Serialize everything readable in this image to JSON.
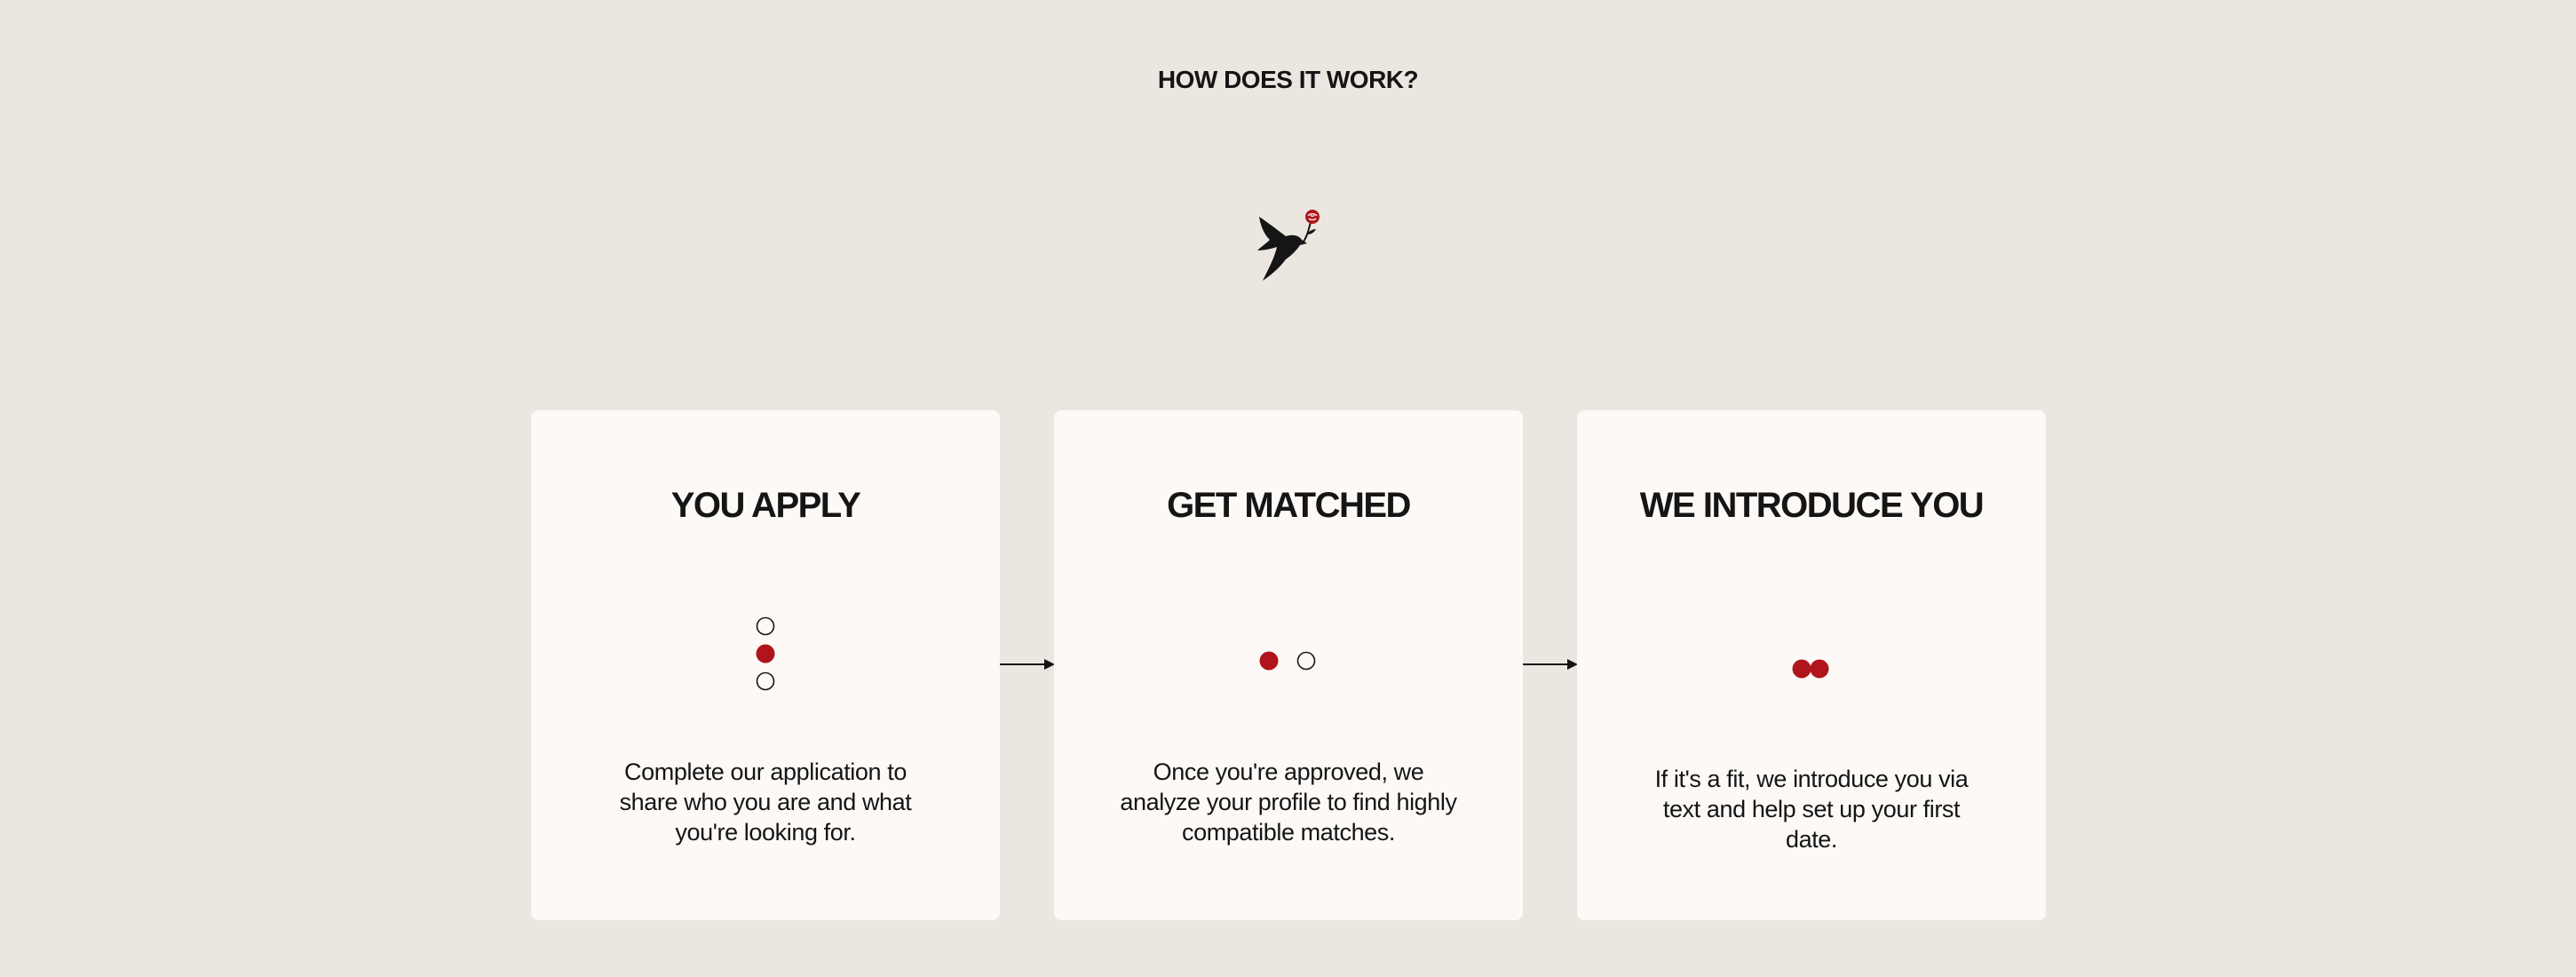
{
  "section": {
    "title": "HOW DOES IT WORK?"
  },
  "logo": {
    "icon": "dove-with-rose-icon",
    "accent_color": "#b0141c"
  },
  "steps": [
    {
      "title": "YOU APPLY",
      "icon": "three-dots-vertical-icon",
      "description": "Complete our application to share who you are and what you're looking for."
    },
    {
      "title": "GET MATCHED",
      "icon": "two-dots-apart-icon",
      "description": "Once you're approved, we analyze your profile to find highly compatible matches."
    },
    {
      "title": "WE INTRODUCE YOU",
      "icon": "two-dots-joined-icon",
      "description": "If it's a fit, we introduce you via text and help set up your first date."
    }
  ],
  "colors": {
    "background": "#ece6e0",
    "card": "#fcf9f6",
    "accent": "#b0141c",
    "text": "#151515"
  }
}
